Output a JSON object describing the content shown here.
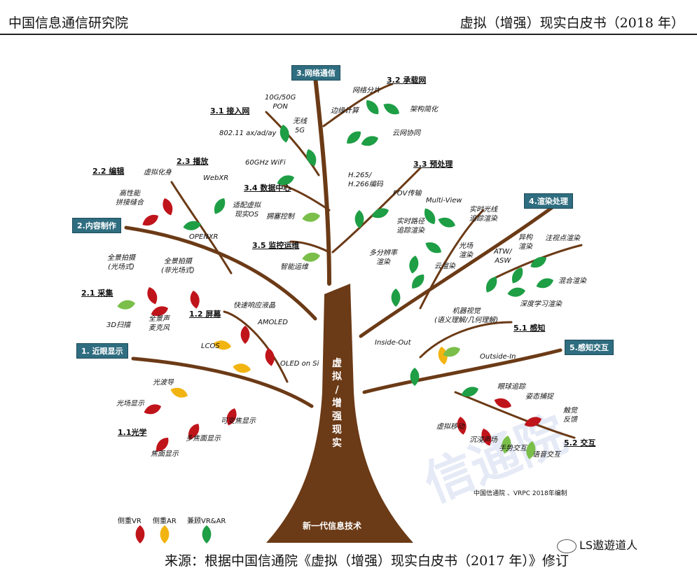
{
  "header": {
    "left": "中国信息通信研究院",
    "right": "虚拟（增强）现实白皮书（2018 年）"
  },
  "trunk": {
    "text": "虚拟/增强现实",
    "base": "新一代信息技术"
  },
  "branches": {
    "b1": {
      "label": "1. 近眼显示"
    },
    "b2": {
      "label": "2.内容制作"
    },
    "b3": {
      "label": "3.网络通信"
    },
    "b4": {
      "label": "4.渲染处理"
    },
    "b5": {
      "label": "5.感知交互"
    }
  },
  "subs": {
    "s11": "1.1光学",
    "s12": "1.2 屏幕",
    "s21": "2.1 采集",
    "s22": "2.2 编辑",
    "s23": "2.3 播放",
    "s31": "3.1 接入网",
    "s32": "3.2 承载网",
    "s33": "3.3 预处理",
    "s34": "3.4 数据中心",
    "s35": "3.5 监控运维",
    "s51": "5.1 感知",
    "s52": "5.2 交互"
  },
  "leaves": {
    "l_guangbodao": "光波导",
    "l_guangchang": "光场显示",
    "l_kebianjiao": "可变焦显示",
    "l_duojiaomian": "多焦面显示",
    "l_jiaomian": "焦面显示",
    "l_kuaisu": "快速响应液晶",
    "l_amoled": "AMOLED",
    "l_lcos": "LCOS",
    "l_oledsi": "OLED on Si",
    "l_qj_gc": "全景拍摄\n(光场式)",
    "l_qj_fgc": "全景拍摄\n(非光场式)",
    "l_3d": "3D扫描",
    "l_qjs": "全景声\n麦克风",
    "l_gxn": "高性能\n拼接缝合",
    "l_xnhs": "虚拟化身",
    "l_webxr": "WebXR",
    "l_openxr": "OPENXR",
    "l_shipei": "适配虚拟\n现实OS",
    "l_10g": "10G/50G\nPON",
    "l_wifi": "802.11 ax/ad/ay",
    "l_wx5g": "无线\n5G",
    "l_60g": "60GHz WiFi",
    "l_wlfp": "网络分片",
    "l_byjs": "边缘计算",
    "l_jgjh": "架构简化",
    "l_ywxt": "云网协同",
    "l_h265": "H.265/\nH.266编码",
    "l_fov": "FOV传输",
    "l_yszk": "拥塞控制",
    "l_znyw": "智能运维",
    "l_multiview": "Multi-View",
    "l_sslj": "实时路径\n追踪渲染",
    "l_ssgx": "实时光线\n追踪渲染",
    "l_dfbl": "多分辨率\n渲染",
    "l_gcxr": "光场\n渲染",
    "l_yxr": "云渲染",
    "l_ygxr": "异构\n渲染",
    "l_zsd": "注视点渲染",
    "l_atw": "ATW/\nASW",
    "l_hhxr": "混合渲染",
    "l_sdxx": "深度学习渲染",
    "l_jqsj": "机器视觉\n(语义理解/几何理解)",
    "l_insideout": "Inside-Out",
    "l_outsidein": "Outside-In",
    "l_yqzz": "眼球追踪",
    "l_ztbz": "姿态捕捉",
    "l_cjfk": "触觉\n反馈",
    "l_xnyd": "虚拟移动",
    "l_cjsc": "沉浸声场",
    "l_ssjh": "手势交互",
    "l_yyjh": "语音交互"
  },
  "legend": [
    {
      "label": "侧重VR",
      "color": "#c0141b"
    },
    {
      "label": "侧重AR",
      "color": "#f2b411"
    },
    {
      "label": "兼顾VR&AR",
      "color": "#1e9e45"
    }
  ],
  "credit": "中国信通院 、VRPC 2018年编制",
  "source": "来源：根据中国信通院《虚拟（增强）现实白皮书（2017 年）》修订",
  "watermark_account": "LS遨遊道人",
  "colors": {
    "trunk": "#6b3a16",
    "box": "#2f6d80",
    "vr": "#c0141b",
    "ar": "#f2b411",
    "both": "#1e9e45",
    "light": "#7bbf4a"
  }
}
